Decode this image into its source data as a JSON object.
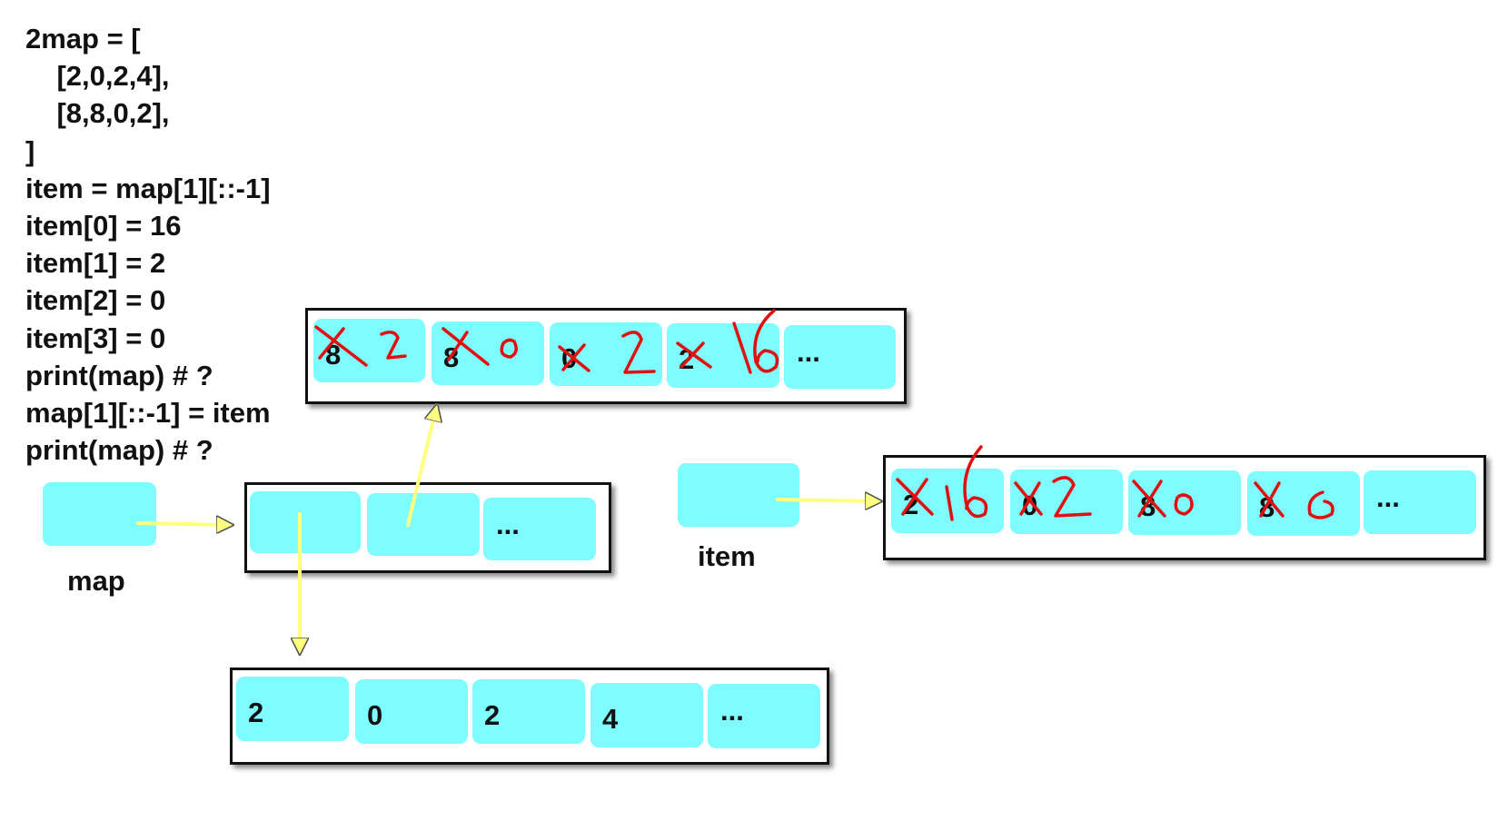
{
  "code_lines": [
    "2map = [",
    "    [2,0,2,4],",
    "    [8,8,0,2],",
    "]",
    "item = map[1][::-1]",
    "item[0] = 16",
    "item[1] = 2",
    "item[2] = 0",
    "item[3] = 0",
    "print(map) # ?",
    "map[1][::-1] = item",
    "print(map) # ?"
  ],
  "labels": {
    "map": "map",
    "item": "item"
  },
  "outer_list": {
    "cells": [
      "",
      "",
      "..."
    ]
  },
  "row0_list": {
    "cells": [
      "2",
      "0",
      "2",
      "4",
      "..."
    ]
  },
  "row1_list": {
    "cells": [
      "8",
      "8",
      "0",
      "2",
      "..."
    ],
    "handwritten_new_values": [
      "2",
      "0",
      "2",
      "16"
    ]
  },
  "item_list": {
    "cells": [
      "2",
      "0",
      "8",
      "8",
      "..."
    ],
    "handwritten_new_values": [
      "16",
      "2",
      "0",
      "0"
    ]
  },
  "colors": {
    "cell_fill": "#7ffcff",
    "arrow": "#ffff80",
    "handwriting": "#e01010",
    "border": "#111111"
  }
}
